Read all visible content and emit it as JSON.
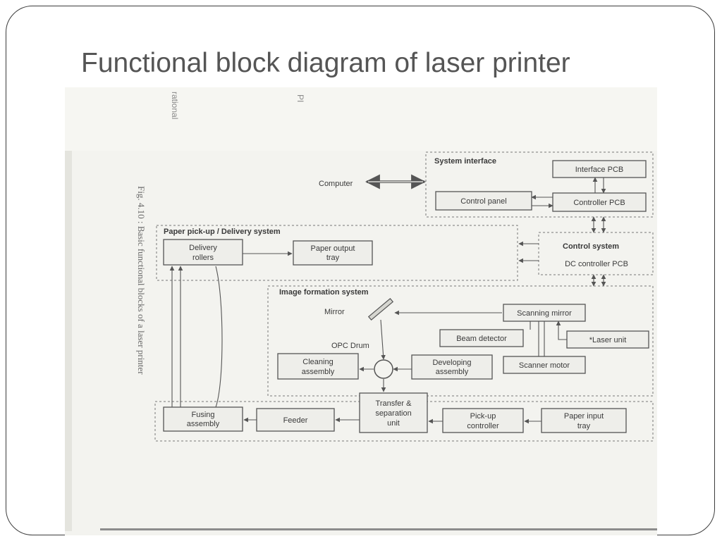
{
  "slide": {
    "title": "Functional block diagram of laser printer"
  },
  "figure": {
    "caption": "Fig. 4.10 : Basic functional blocks of a laser printer",
    "margin_fragment": "rational",
    "page_fragment": "PI",
    "external": {
      "computer": "Computer"
    },
    "groups": {
      "system_interface": "System interface",
      "paper_pickup": "Paper pick-up / Delivery system",
      "control_system": "Control system",
      "image_formation": "Image formation system"
    },
    "blocks": {
      "interface_pcb": "Interface PCB",
      "controller_pcb": "Controller PCB",
      "control_panel": "Control panel",
      "dc_controller_pcb": "DC controller PCB",
      "delivery_rollers_1": "Delivery",
      "delivery_rollers_2": "rollers",
      "paper_output_tray_1": "Paper output",
      "paper_output_tray_2": "tray",
      "scanning_mirror": "Scanning mirror",
      "beam_detector": "Beam detector",
      "laser_unit": "*Laser unit",
      "scanner_motor": "Scanner motor",
      "cleaning_assembly_1": "Cleaning",
      "cleaning_assembly_2": "assembly",
      "developing_assembly_1": "Developing",
      "developing_assembly_2": "assembly",
      "fusing_assembly_1": "Fusing",
      "fusing_assembly_2": "assembly",
      "feeder": "Feeder",
      "transfer_unit_1": "Transfer &",
      "transfer_unit_2": "separation",
      "transfer_unit_3": "unit",
      "pickup_controller_1": "Pick-up",
      "pickup_controller_2": "controller",
      "paper_input_tray_1": "Paper input",
      "paper_input_tray_2": "tray"
    },
    "labels": {
      "mirror": "Mirror",
      "opc_drum": "OPC Drum"
    },
    "colors": {
      "line": "#555555",
      "box_fill": "#eeeeea",
      "text": "#3a3a3a"
    }
  }
}
